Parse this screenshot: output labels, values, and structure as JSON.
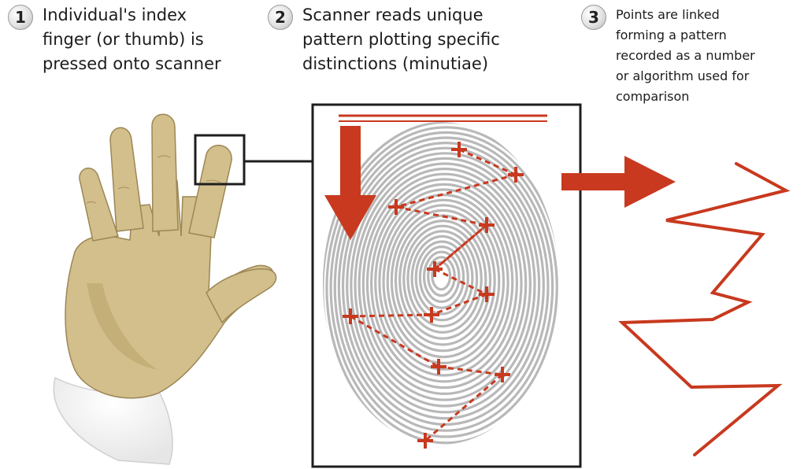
{
  "steps": [
    {
      "number": "1",
      "text": "Individual's index\nfinger (or thumb) is\npressed onto scanner"
    },
    {
      "number": "2",
      "text": "Scanner reads unique\npattern plotting specific\ndistinctions (minutiae)"
    },
    {
      "number": "3",
      "text": "Points are linked\nforming a pattern\nrecorded as a number\nor algorithm used for\ncomparison"
    }
  ],
  "colors": {
    "accent": "#c8391f",
    "skin": "#d2bf8c",
    "skin_shadow": "#b9a26a",
    "ridge": "#b8b8b8",
    "frame": "#1e1e1e"
  }
}
